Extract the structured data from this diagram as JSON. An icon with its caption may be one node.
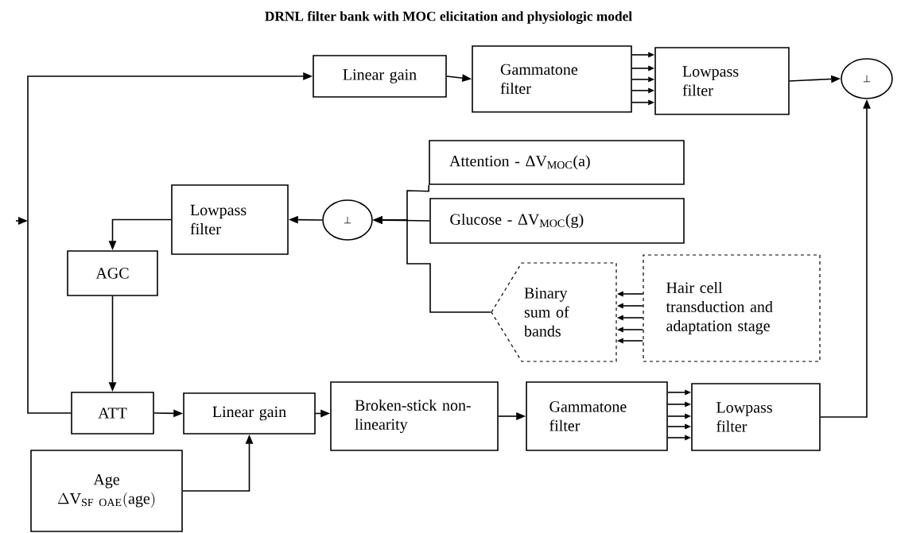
{
  "diagram": {
    "title": "DRNL filter bank with MOC elicitation and physiologic model",
    "nodes": [
      {
        "text": [
          "Linear gain"
        ]
      },
      {
        "text": [
          "Gammatone filter"
        ]
      },
      {
        "text": [
          "Lowpass filter"
        ]
      },
      {
        "text": [
          "⊥"
        ]
      },
      {
        "text": [
          "Attention - ΔV$_{MOC}$(a)"
        ]
      },
      {
        "text": [
          "Lowpass filter"
        ]
      },
      {
        "text": [
          "⊥"
        ]
      },
      {
        "text": [
          "Glucose - ΔV$_{MOC}$(g)"
        ]
      },
      {
        "text": [
          "Binary sum of bands"
        ]
      },
      {
        "text": [
          "Hair cell transduction and adaptation stage"
        ]
      },
      {
        "text": [
          "AGC"
        ]
      },
      {
        "text": [
          "ATT"
        ]
      },
      {
        "text": [
          "Linear gain"
        ]
      },
      {
        "text": [
          "Broken-stick non-linearity"
        ]
      },
      {
        "text": [
          "Gammatone filter"
        ]
      },
      {
        "text": [
          "Lowpass filter"
        ]
      },
      {
        "text": [
          "Age",
          "\\Delta \\mathrm{V}_{\\mathrm{SF\\ OAE}}(\\mathrm{age})"
        ]
      }
    ],
    "edges": [
      {
        "from": null,
        "to": 0,
        "arrow": "to"
      },
      {
        "from": null,
        "to": 11,
        "arrow": "none"
      },
      {
        "from": 0,
        "to": 1,
        "arrow": "to"
      },
      {
        "from": 1,
        "to": 2,
        "arrow": "to"
      },
      {
        "from": 2,
        "to": 3,
        "arrow": "to"
      },
      {
        "from": 4,
        "to": 6,
        "arrow": "to"
      },
      {
        "from": 7,
        "to": 6,
        "arrow": "to"
      },
      {
        "from": 8,
        "to": 6,
        "arrow": "to"
      },
      {
        "from": 9,
        "to": 8,
        "arrow": "to"
      },
      {
        "from": 6,
        "to": 5,
        "arrow": "to"
      },
      {
        "from": 5,
        "to": 10,
        "arrow": "to"
      },
      {
        "from": 10,
        "to": 11,
        "arrow": "to"
      },
      {
        "from": 11,
        "to": 12,
        "arrow": "to"
      },
      {
        "from": 16,
        "to": 12,
        "arrow": "to"
      },
      {
        "from": 12,
        "to": 13,
        "arrow": "to"
      },
      {
        "from": 13,
        "to": 14,
        "arrow": "to"
      },
      {
        "from": 14,
        "to": 15,
        "arrow": "to"
      },
      {
        "from": 15,
        "to": 3,
        "arrow": "to"
      }
    ]
  }
}
